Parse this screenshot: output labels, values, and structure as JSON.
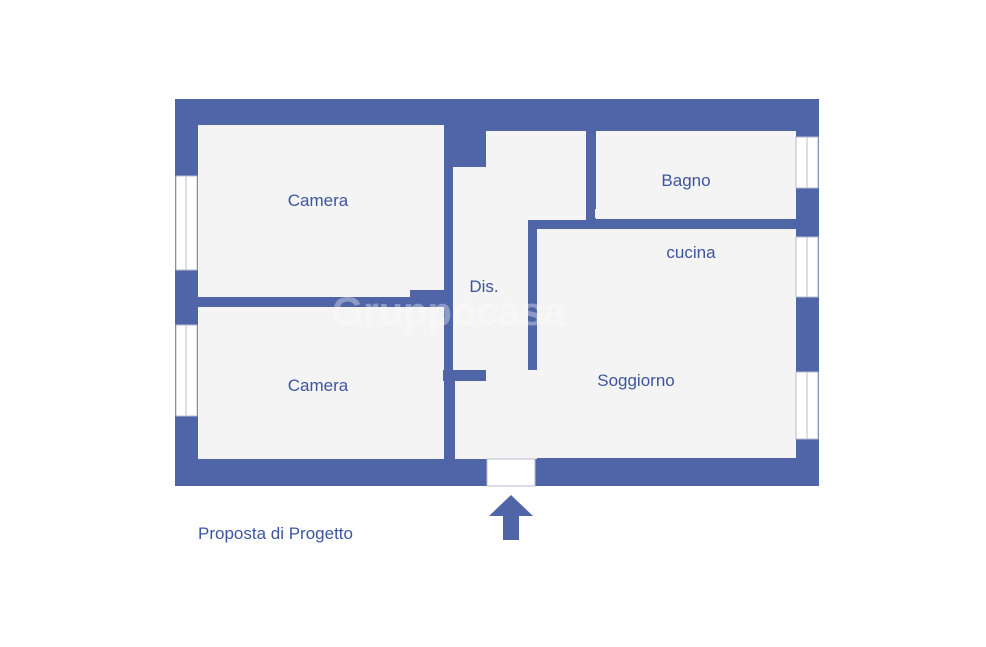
{
  "rooms": {
    "camera_top": "Camera",
    "camera_bottom": "Camera",
    "bagno": "Bagno",
    "cucina": "cucina",
    "disimpegno": "Dis.",
    "soggiorno": "Soggiorno"
  },
  "watermark": "Gruppocasa",
  "caption": "Proposta di Progetto",
  "colors": {
    "wall": "#5064a8",
    "floor": "#f4f4f4",
    "text": "#3d55a0"
  },
  "icons": {
    "entrance": "up-arrow-icon"
  }
}
